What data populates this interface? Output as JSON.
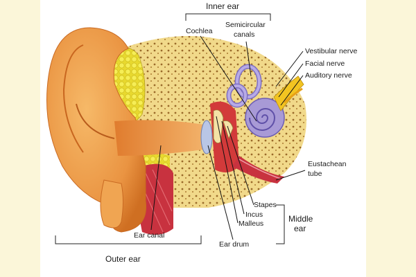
{
  "labels": {
    "inner_ear": "Inner ear",
    "cochlea": "Cochlea",
    "semicircular_1": "Semicircular",
    "semicircular_2": "canals",
    "vestibular_nerve": "Vestibular nerve",
    "facial_nerve": "Facial  nerve",
    "auditory_nerve": "Auditory nerve",
    "eustachean_1": "Eustachean",
    "eustachean_2": "tube",
    "stapes": "Stapes",
    "incus": "Incus",
    "malleus": "Malleus",
    "ear_drum": "Ear drum",
    "middle_ear_1": "Middle",
    "middle_ear_2": "ear",
    "ear_canal": "Ear canal",
    "outer_ear": "Outer ear"
  },
  "colors": {
    "background": "#fbf6d9",
    "skin": "#f0a552",
    "skin_dark": "#d9772a",
    "bone": "#f3dc8a",
    "fat": "#f4ec3f",
    "cochlea": "#a89ad6",
    "nerve": "#f2c421",
    "tissue": "#c8323f"
  }
}
